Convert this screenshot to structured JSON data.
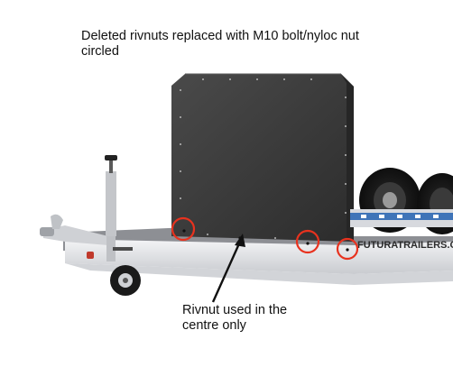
{
  "annotations": {
    "top_caption": [
      "Deleted rivnuts replaced with M10 bolt/nyloc nut",
      "circled"
    ],
    "bottom_caption": [
      "Rivnut used in the",
      "centre only"
    ],
    "circle_color": "#e8321e",
    "arrow_color": "#111111"
  },
  "trailer": {
    "side_text": "FUTURATRAILERS.COM",
    "panel_color": "#3b3b3b",
    "chassis_color": "#e6e7ea"
  }
}
